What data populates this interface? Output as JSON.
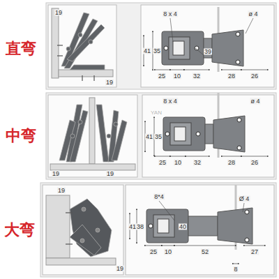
{
  "diagram": {
    "labels": [
      "直弯",
      "19",
      "19",
      "8 x 4",
      "41",
      "35",
      "25",
      "10",
      "32",
      "39",
      "ø 4",
      "28",
      "26",
      "中弯",
      "19",
      "19",
      "8 x 4",
      "YAN",
      "41",
      "35",
      "25",
      "10",
      "32",
      "ø 4",
      "28",
      "26",
      "大弯",
      "19",
      "19",
      "8*4",
      "41",
      "38",
      "40",
      "25",
      "10",
      "52",
      "Ø 4",
      "8",
      "27"
    ]
  }
}
